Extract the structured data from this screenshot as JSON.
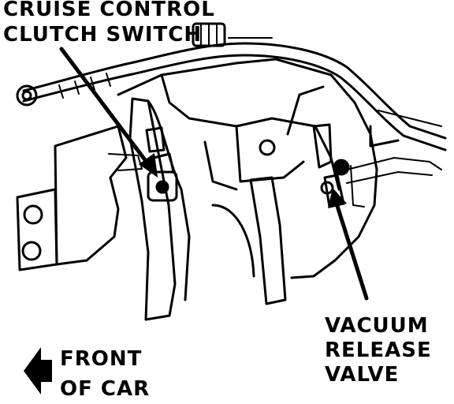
{
  "labels": {
    "cruise_control_clutch_switch": [
      "CRUISE CONTROL",
      "CLUTCH SWITCH"
    ],
    "vacuum_release_valve": [
      "VACUUM",
      "RELEASE",
      "VALVE"
    ],
    "front_of_car": [
      "FRONT",
      "OF CAR"
    ]
  },
  "colors": {
    "ink": "#000000",
    "paper": "#ffffff"
  }
}
